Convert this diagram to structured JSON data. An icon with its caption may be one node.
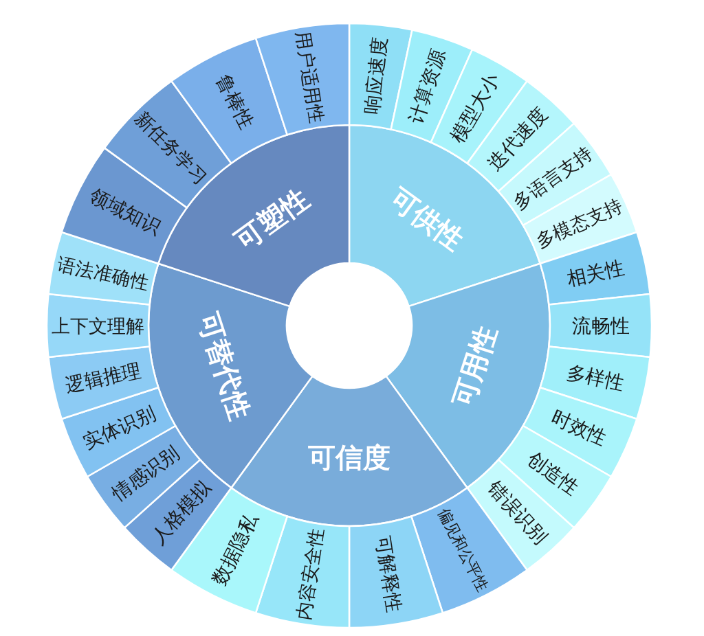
{
  "diagram": {
    "nodes": [
      {
        "text": [
          "可供性"
        ]
      },
      {
        "text": [
          "响应速度"
        ]
      },
      {
        "text": [
          "计算资源"
        ]
      },
      {
        "text": [
          "模型大小"
        ]
      },
      {
        "text": [
          "迭代速度"
        ]
      },
      {
        "text": [
          "多语言支持"
        ]
      },
      {
        "text": [
          "多模态支持"
        ]
      },
      {
        "text": [
          "可用性"
        ]
      },
      {
        "text": [
          "相关性"
        ]
      },
      {
        "text": [
          "流畅性"
        ]
      },
      {
        "text": [
          "多样性"
        ]
      },
      {
        "text": [
          "时效性"
        ]
      },
      {
        "text": [
          "创造性"
        ]
      },
      {
        "text": [
          "错误识别"
        ]
      },
      {
        "text": [
          "可信度"
        ]
      },
      {
        "text": [
          "偏见和公平性"
        ]
      },
      {
        "text": [
          "可解释性"
        ]
      },
      {
        "text": [
          "内容安全性"
        ]
      },
      {
        "text": [
          "数据隐私"
        ]
      },
      {
        "text": [
          "可替代性"
        ]
      },
      {
        "text": [
          "人格模拟"
        ]
      },
      {
        "text": [
          "情感识别"
        ]
      },
      {
        "text": [
          "实体识别"
        ]
      },
      {
        "text": [
          "逻辑推理"
        ]
      },
      {
        "text": [
          "上下文理解"
        ]
      },
      {
        "text": [
          "语法准确性"
        ]
      },
      {
        "text": [
          "可塑性"
        ]
      },
      {
        "text": [
          "领域知识"
        ]
      },
      {
        "text": [
          "新任务学习"
        ]
      },
      {
        "text": [
          "鲁棒性"
        ]
      },
      {
        "text": [
          "用户适用性"
        ]
      }
    ]
  }
}
